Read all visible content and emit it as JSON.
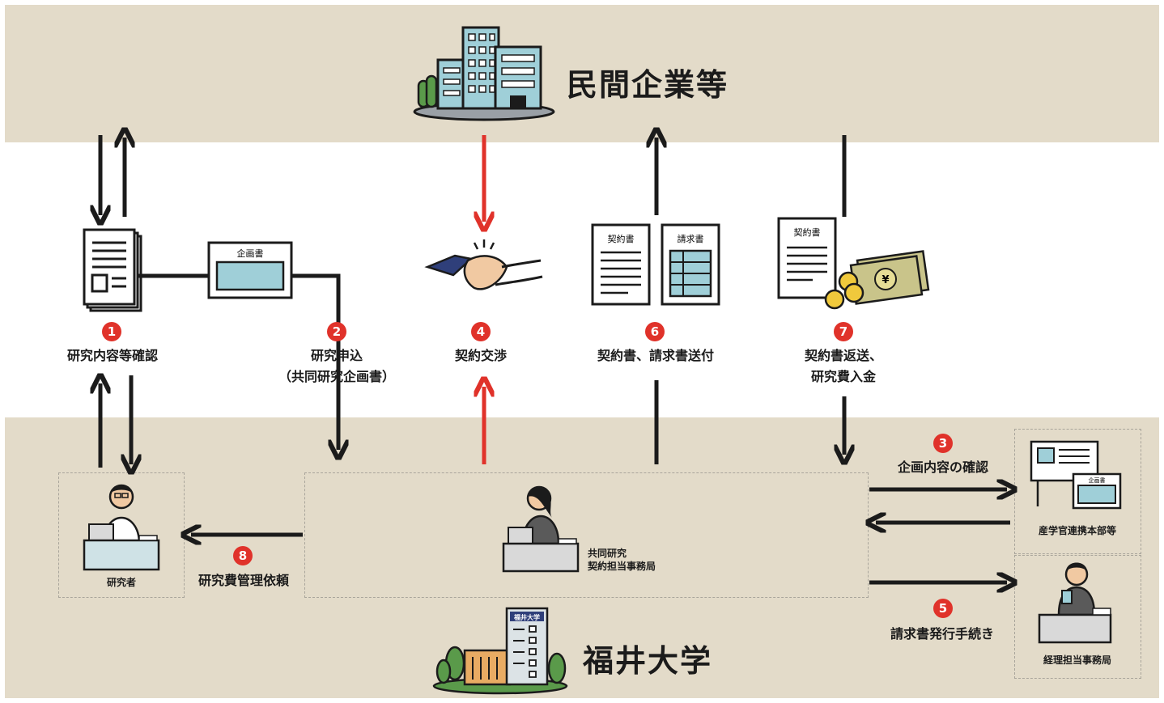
{
  "colors": {
    "band": "#e3dbc9",
    "accent": "#e0322a",
    "ink": "#1b1b1b",
    "panel": "#9fcfd8"
  },
  "companies": {
    "title": "民間企業等"
  },
  "university": {
    "title": "福井大学",
    "building_sign": "福井大学"
  },
  "documents": {
    "plan": "企画書",
    "contract": "契約書",
    "invoice": "請求書"
  },
  "steps": [
    {
      "num": "1",
      "label": "研究内容等確認"
    },
    {
      "num": "2",
      "label": "研究申込",
      "sub": "（共同研究企画書）"
    },
    {
      "num": "3",
      "label": "企画内容の確認"
    },
    {
      "num": "4",
      "label": "契約交渉"
    },
    {
      "num": "5",
      "label": "請求書発行手続き"
    },
    {
      "num": "6",
      "label": "契約書、請求書送付"
    },
    {
      "num": "7",
      "label": "契約書返送、",
      "sub": "研究費入金"
    },
    {
      "num": "8",
      "label": "研究費管理依頼"
    }
  ],
  "actors": {
    "researcher": "研究者",
    "office_line1": "共同研究",
    "office_line2": "契約担当事務局",
    "industry_dept": "産学官連携本部等",
    "accounting": "経理担当事務局"
  },
  "icons": [
    "office-building-icon",
    "university-building-icon",
    "document-icon",
    "plan-sheet-icon",
    "handshake-icon",
    "contract-icon",
    "invoice-icon",
    "money-icon",
    "researcher-icon",
    "staff-icon",
    "whiteboard-icon",
    "accountant-icon"
  ]
}
